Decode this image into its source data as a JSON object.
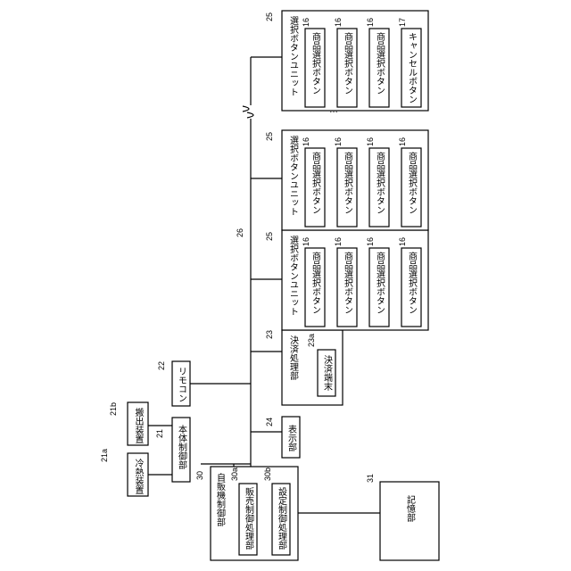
{
  "labels": {
    "cooling": "冷熱装置",
    "dispense": "搬出装置",
    "main_ctrl": "本体制御部",
    "remote": "リモコン",
    "payment": "決済処理部",
    "terminal": "決済端末",
    "display": "表示部",
    "vend_ctrl": "自販機制御部",
    "sales_ctrl": "販売制御処理部",
    "setting_ctrl": "設定制御処理部",
    "storage": "記憶部",
    "unit": "選択ボタンユニット",
    "product_btn": "商品選択ボタン",
    "cancel_btn": "キャンセルボタン",
    "dots": "…"
  },
  "refs": {
    "cooling": "21a",
    "dispense": "21b",
    "main_ctrl": "21",
    "remote": "22",
    "payment": "23",
    "terminal": "23a",
    "display": "24",
    "vend_ctrl": "30",
    "sales_ctrl": "30a",
    "setting_ctrl": "30b",
    "storage": "31",
    "bus": "26",
    "unit": "25",
    "btn": "16",
    "cancel": "17"
  }
}
